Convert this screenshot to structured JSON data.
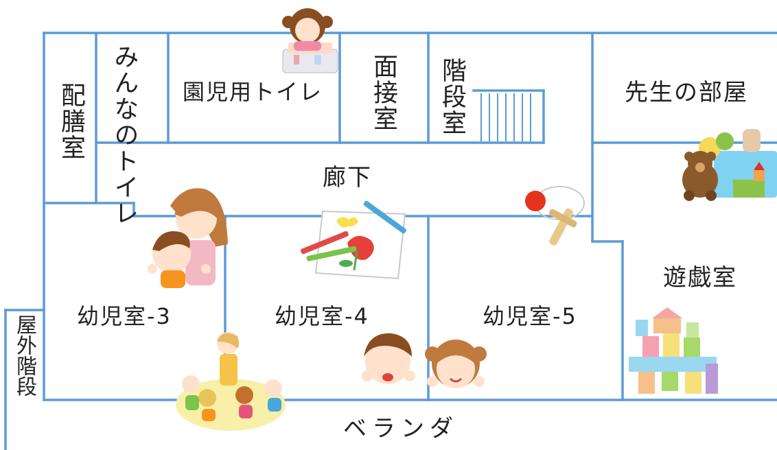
{
  "colors": {
    "wall": "#5b9bd5",
    "background": "#ffffff",
    "text": "#222222"
  },
  "rooms": {
    "haizen": "配膳室",
    "minna_toilet": "みんなのトイレ",
    "enji_toilet": "園児用トイレ",
    "mensetsu": "面接室",
    "kaidan": "階段室",
    "sensei": "先生の部屋",
    "rouka": "廊下",
    "youji3": "幼児室-3",
    "youji4": "幼児室-4",
    "youji5": "幼児室-5",
    "yuugi": "遊戯室",
    "okugai_kaidan": "屋外階段",
    "veranda": "ベランダ"
  },
  "illustrations": [
    "girl-washing-hands-icon",
    "kendama-icon",
    "teddy-bear-toybox-icon",
    "teacher-hugging-child-icon",
    "crayon-drawing-icon",
    "teacher-with-children-icon",
    "cheering-boy-icon",
    "cheering-girl-icon",
    "toy-blocks-icon"
  ]
}
